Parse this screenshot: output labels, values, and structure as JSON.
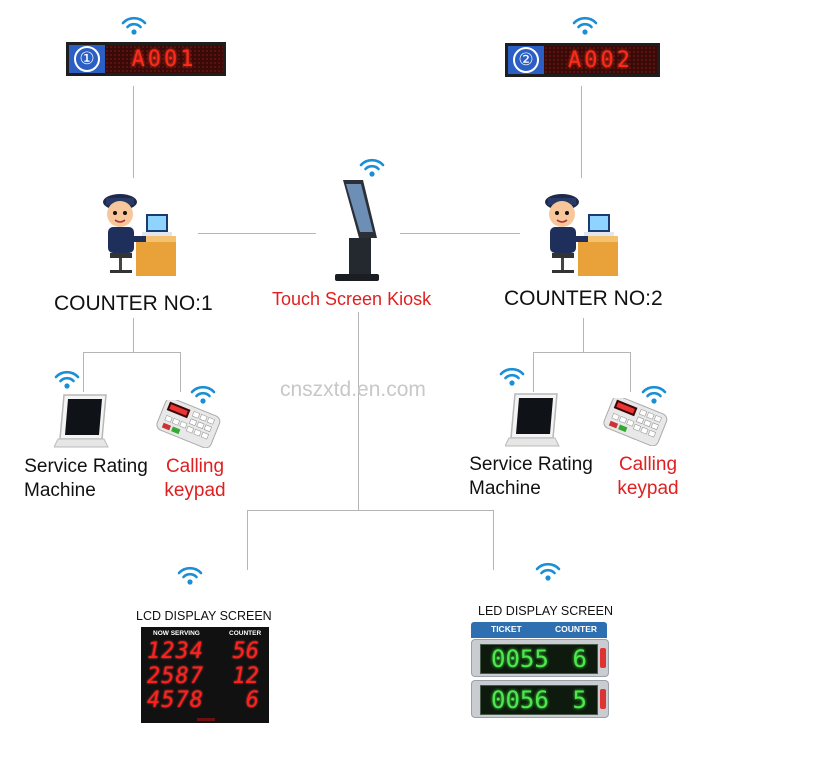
{
  "colors": {
    "red_label": "#e02020",
    "led_red": "#ff2a1a",
    "led_green": "#4de84d",
    "line": "#b5b5b5",
    "blue": "#2b5fc4"
  },
  "counter_displays": [
    {
      "badge": "①",
      "code": "A001"
    },
    {
      "badge": "②",
      "code": "A002"
    }
  ],
  "nodes": {
    "counter1": "COUNTER NO:1",
    "counter2": "COUNTER NO:2",
    "kiosk": "Touch Screen Kiosk",
    "rating1": [
      "Service Rating",
      "Machine"
    ],
    "rating2": [
      "Service Rating",
      "Machine"
    ],
    "keypad1": [
      "Calling",
      "keypad"
    ],
    "keypad2": [
      "Calling",
      "keypad"
    ]
  },
  "watermark": "cnszxtd.en.com",
  "lcd": {
    "title": "LCD DISPLAY SCREEN",
    "headers": {
      "serving": "NOW SERVING",
      "counter": "COUNTER"
    },
    "rows": [
      {
        "ticket": "1234",
        "counter": "56"
      },
      {
        "ticket": "2587",
        "counter": "12"
      },
      {
        "ticket": "4578",
        "counter": "6"
      }
    ]
  },
  "led": {
    "title": "LED DISPLAY SCREEN",
    "headers": {
      "ticket": "TICKET",
      "counter": "COUNTER"
    },
    "rows": [
      {
        "ticket": "0055",
        "counter": "6"
      },
      {
        "ticket": "0056",
        "counter": "5"
      }
    ]
  },
  "icons": [
    "wifi-icon",
    "officer-at-desk-icon",
    "kiosk-icon",
    "tablet-icon",
    "keypad-icon"
  ]
}
